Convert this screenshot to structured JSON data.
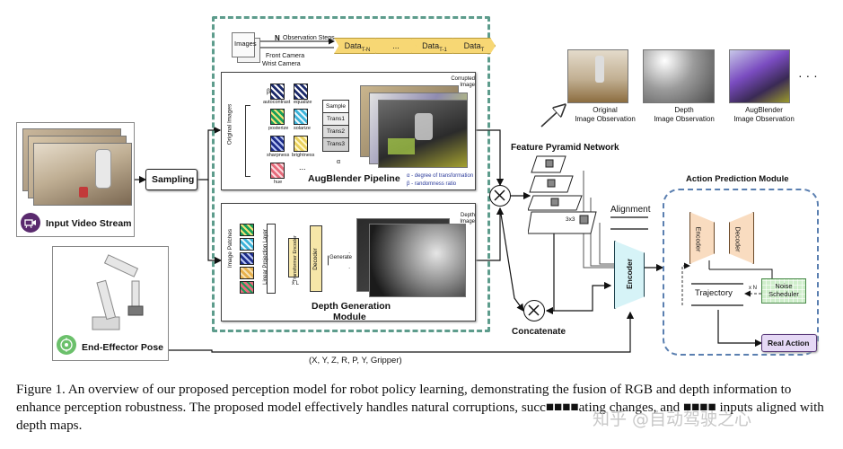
{
  "inputs": {
    "video_stream": "Input Video Stream",
    "end_effector": "End-Effector Pose",
    "sampling": "Sampling",
    "pose_vector": "(X, Y, Z, R, P, Y, Gripper)"
  },
  "header": {
    "images": "Images",
    "n_label": "N",
    "obs_steps": "Observation Steps",
    "front_camera": "Front Camera",
    "wrist_camera": "Wrist Camera",
    "data_seq": [
      {
        "label": "Data",
        "sub": "T-N"
      },
      {
        "label": "...",
        "sub": ""
      },
      {
        "label": "Data",
        "sub": "T-1"
      },
      {
        "label": "Data",
        "sub": "T"
      }
    ]
  },
  "augblender": {
    "title": "AugBlender Pipeline",
    "original_images": "Original Images",
    "beta": "β",
    "ops": [
      "autocontrast",
      "equalize",
      "posterize",
      "solarize",
      "sharpness",
      "brightness",
      "hue",
      "..."
    ],
    "sample_header": "Sample",
    "trans": [
      "Trans1",
      "Trans2",
      "Trans3"
    ],
    "alpha": "α",
    "corrupted_image": "Corrupted Image",
    "alpha_note": "α - degree of transformation",
    "beta_note": "β - randomness ratio"
  },
  "depthgen": {
    "title_line1": "Depth Generation",
    "title_line2": "Module",
    "image_patches": "Image Patches",
    "linear_projection": "Linear Projection Layer",
    "transformer_encoder": "Transformer Encoder",
    "xl": "x L",
    "decoder": "Decoder",
    "generate": "Generate",
    "depth_image": "Depth Image"
  },
  "fpn": {
    "title": "Feature Pyramid Network",
    "kernel": "3x3",
    "alignment": "Alignment",
    "concatenate": "Concatenate",
    "encoder": "Encoder"
  },
  "observations": [
    {
      "line1": "Original",
      "line2": "Image Observation"
    },
    {
      "line1": "Depth",
      "line2": "Image Observation"
    },
    {
      "line1": "AugBlender",
      "line2": "Image Observation"
    }
  ],
  "ellipsis": "· · ·",
  "action": {
    "title": "Action Prediction Module",
    "encoder": "Encoder",
    "decoder": "Decoder",
    "trajectory": "Trajectory",
    "xn": "x N",
    "noise_scheduler_line1": "Noise",
    "noise_scheduler_line2": "Scheduler",
    "real_action": "Real Action"
  },
  "caption": "Figure 1. An overview of our proposed perception model for robot policy learning, demonstrating the fusion of RGB and depth information to enhance perception robustness. The proposed model effectively handles natural corruptions, succ■■■■ating changes, and ■■■■ inputs aligned with depth maps.",
  "watermark": "知乎 @自动驾驶之心",
  "colors": {
    "dashed_green": "#5d9c8c",
    "chevron": "#f7d774",
    "encoder_orange": "#f9dcc0",
    "encoder_cyan": "#d6f3f7",
    "noise_green": "#cfeecb",
    "real_action": "#e5d8f5",
    "purple_icon": "#5a2a6e",
    "green_icon": "#6bc06b",
    "action_dashed": "#5a7fb0"
  }
}
